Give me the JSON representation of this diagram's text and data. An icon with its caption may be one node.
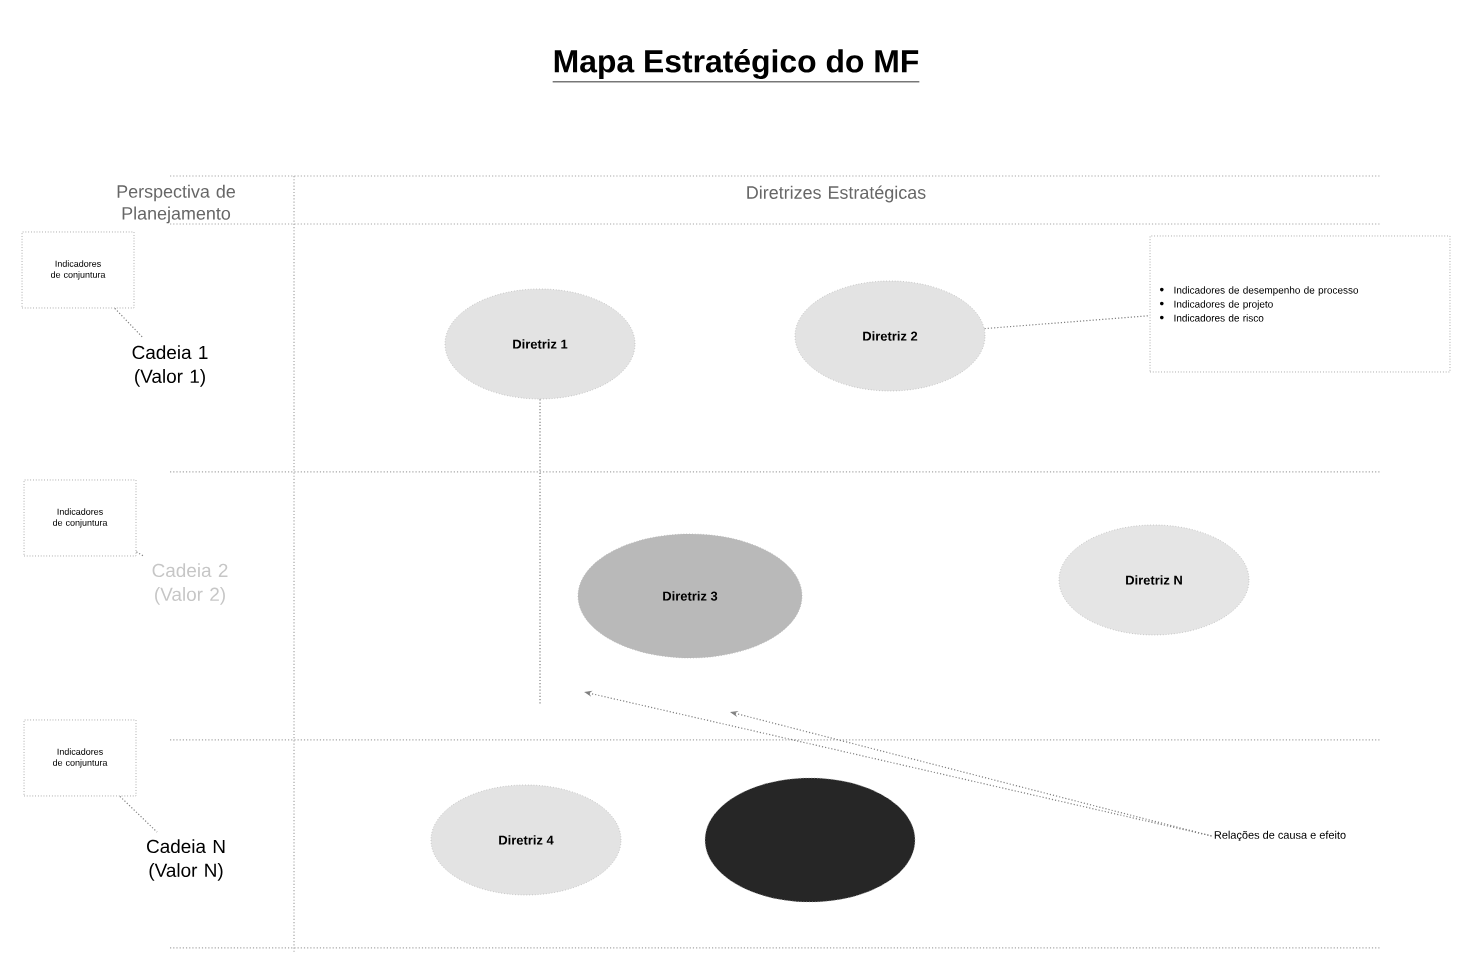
{
  "diagram": {
    "title": "Mapa Estratégico do MF",
    "nodes": [
      {
        "text": [
          "Indicadores de conjuntura"
        ]
      },
      {
        "text": [
          "Cadeia 1 (Valor 1)"
        ]
      },
      {
        "text": [
          "Diretriz 1"
        ]
      },
      {
        "text": [
          "Diretriz 2"
        ]
      },
      {
        "text": [
          "Indicadores de desempenho de processo",
          "Indicadores de projeto",
          "Indicadores de risco"
        ]
      },
      {
        "text": [
          "Indicadores de conjuntura"
        ]
      },
      {
        "text": [
          "Cadeia 2 (Valor 2)"
        ]
      },
      {
        "text": [
          "Diretriz 3"
        ]
      },
      {
        "text": [
          "Diretriz N"
        ]
      },
      {
        "text": [
          "Indicadores de conjuntura"
        ]
      },
      {
        "text": [
          "Cadeia N (Valor N)"
        ]
      },
      {
        "text": [
          "Diretriz 4"
        ]
      },
      {
        "text": [],
        "shape": "circle"
      },
      {
        "text": [
          "Relações de causa e efeito"
        ]
      }
    ],
    "edges": [
      {
        "from": 0,
        "to": 1,
        "arrow": "none",
        "style": "dashed"
      },
      {
        "from": 3,
        "to": 4,
        "arrow": "none",
        "style": "dashed"
      },
      {
        "from": 5,
        "to": 6,
        "arrow": "none",
        "style": "dashed"
      },
      {
        "from": 9,
        "to": 10,
        "arrow": "none",
        "style": "dashed"
      },
      {
        "from": 2,
        "to": null,
        "arrow": "none",
        "style": "dashed"
      },
      {
        "from": 13,
        "to": null,
        "arrow": "to",
        "style": "dashed"
      },
      {
        "from": 13,
        "to": null,
        "arrow": "to",
        "style": "dashed"
      }
    ],
    "labels": [
      "Perspectiva de Planejamento",
      "Diretrizes Estratégicas"
    ]
  }
}
